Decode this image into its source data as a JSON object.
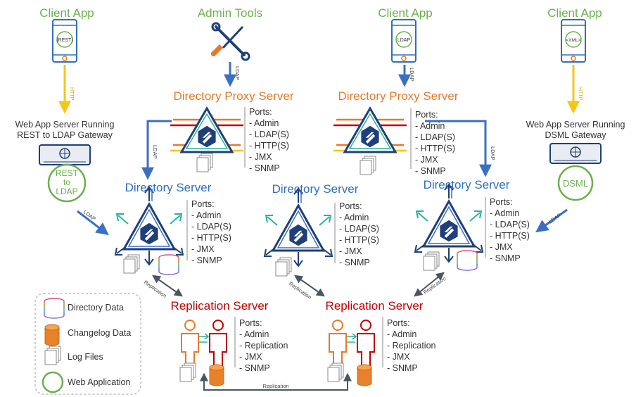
{
  "clients": [
    {
      "title": "Client App",
      "badge": "{REST}"
    },
    {
      "title": "Client App",
      "badge": "LDAP"
    },
    {
      "title": "Client App",
      "badge": "<XML>"
    }
  ],
  "admin_tools": {
    "title": "Admin Tools"
  },
  "proxies": [
    {
      "title": "Directory Proxy Server"
    },
    {
      "title": "Directory Proxy Server"
    }
  ],
  "directory_servers": [
    {
      "title": "Directory Server"
    },
    {
      "title": "Directory Server"
    },
    {
      "title": "Directory Server"
    }
  ],
  "replication_servers": [
    {
      "title": "Replication Server"
    },
    {
      "title": "Replication Server"
    }
  ],
  "gateways": [
    {
      "line1": "Web App Server Running",
      "line2": "REST to LDAP Gateway",
      "circle": [
        "REST",
        "to",
        "LDAP"
      ]
    },
    {
      "line1": "Web App Server Running",
      "line2": "DSML Gateway",
      "circle": [
        "DSML"
      ]
    }
  ],
  "ports_label": "Ports:",
  "server_ports": [
    "- Admin",
    "- LDAP(S)",
    "- HTTP(S)",
    "- JMX",
    "- SNMP"
  ],
  "replication_ports": [
    "- Admin",
    "- Replication",
    "- JMX",
    "- SNMP"
  ],
  "arrow_labels": {
    "http": "HTTP",
    "ldap": "LDAP",
    "replication": "Replication"
  },
  "legend": {
    "items": [
      {
        "label": "Directory Data",
        "icon": "directory-data-icon"
      },
      {
        "label": "Changelog Data",
        "icon": "changelog-data-icon"
      },
      {
        "label": "Log Files",
        "icon": "log-files-icon"
      },
      {
        "label": "Web Application",
        "icon": "web-application-icon"
      }
    ]
  },
  "colors": {
    "green": "#6ab04c",
    "orange": "#e57a2a",
    "blue": "#2f6fbf",
    "navy": "#1f3f7a",
    "red": "#c00000",
    "yellow": "#f5c518",
    "teal": "#2ab39a"
  }
}
